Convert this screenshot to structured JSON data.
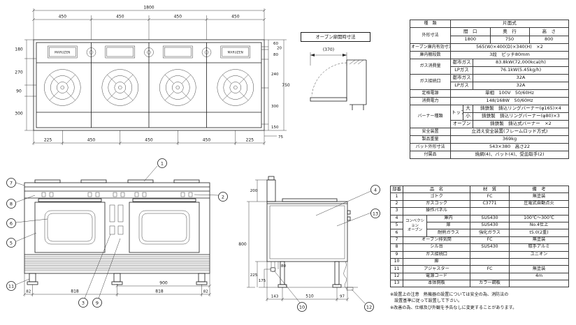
{
  "brand": "MARUZEN",
  "plan_view": {
    "dims": {
      "total_width": "1800",
      "seg1": "450",
      "seg2": "450",
      "seg3": "450",
      "seg4": "450",
      "bottom1": "225",
      "bottom2": "450",
      "bottom3": "450",
      "bottom4": "450",
      "bottom5": "225",
      "left1": "180",
      "left2": "270",
      "left3": "90",
      "left4": "300",
      "right1": "60",
      "right2": "20",
      "right3": "80",
      "right4": "240",
      "right5": "300",
      "right6": "150",
      "depth": "750",
      "base": "75"
    }
  },
  "oven_door_box": {
    "title": "オーブン扉開時寸法",
    "dim": "(370)"
  },
  "spec": {
    "type_label": "種　類",
    "type_value": "片面式",
    "dims_label": "外形寸法",
    "w_label": "間　口",
    "d_label": "奥　行",
    "h_label": "高　さ",
    "w_value": "1800",
    "d_value": "750",
    "h_value": "800",
    "oven_label": "オーブン庫内有効寸法",
    "oven_value": "565(W)×400(D)×340(H)　×2",
    "shelf_label": "庫内棚段数",
    "shelf_value": "3段　ピッチ80mm",
    "consumption_label": "ガス消費量",
    "city_label": "都市ガス",
    "lp_label": "LPガス",
    "consumption_city": "83.8kW(72,000kcal/h)",
    "consumption_lp": "76.1kW(5.45kg/h)",
    "connection_label": "ガス接続口",
    "connection_city_label": "都市ガス",
    "connection_lp_label": "LPガス",
    "connection_city": "32A",
    "connection_lp": "32A",
    "power_label": "定格電源",
    "power_value": "単相　100V　50/60Hz",
    "watt_label": "消費電力",
    "watt_value": "148/168W　50/60Hz",
    "burner_label": "バーナー種類",
    "burner_top_label": "トップ",
    "burner_large_label": "大",
    "burner_small_label": "小",
    "burner_large": "鋳鉄製　鋳込リングバーナー(φ165)×4",
    "burner_small": "鋳鉄製　鋳込リングバーナー(φ80)×3",
    "burner_oven_label": "オーブン",
    "burner_oven": "鋳鉄製　鋳込式バーナー　×2",
    "safety_label": "安全装置",
    "safety_value": "立消え安全装置(フレームロッド方式)",
    "weight_label": "製品重量",
    "weight_value": "369kg",
    "pan_label": "バット外形寸法",
    "pan_value": "543×380　高さ22",
    "accessory_label": "付属品",
    "accessory_value": "焼網(4)、バット(4)、受皿取手(2)"
  },
  "front_view": {
    "dims": {
      "d900": "900",
      "left82": "82",
      "mid818a": "818",
      "mid818b": "818",
      "right82": "82"
    },
    "callouts": {
      "c1": "1",
      "c2": "2",
      "c3": "3",
      "c5": "5",
      "c6": "6",
      "c7": "7",
      "c8": "8",
      "c9": "9",
      "c11": "11"
    }
  },
  "side_view": {
    "dims": {
      "d200": "200",
      "d800": "800",
      "d225": "225",
      "d80": "80",
      "d175": "175",
      "d143": "143",
      "d510": "510",
      "d97": "97"
    },
    "callouts": {
      "c4": "4",
      "c10": "10",
      "c12": "12",
      "c13": "13"
    }
  },
  "parts": {
    "headers": {
      "no": "部番",
      "name": "品　名",
      "material": "材　質",
      "note": "備　考"
    },
    "group_label": "コンベクション\nオーブン",
    "rows": [
      {
        "no": "1",
        "name": "ゴトク",
        "material": "FC",
        "note": "無塗装"
      },
      {
        "no": "2",
        "name": "ガスコック",
        "material": "C3771",
        "note": "圧電式自動点火"
      },
      {
        "no": "3",
        "name": "操作パネル",
        "material": "",
        "note": ""
      },
      {
        "no": "4",
        "name": "庫内",
        "material": "SUS430",
        "note": "100℃～300℃"
      },
      {
        "no": "5",
        "name": "扉",
        "material": "SUS430",
        "note": "No.4仕上"
      },
      {
        "no": "6",
        "name": "耐熱ガラス",
        "material": "強化ガラス",
        "note": "t5.0(2重)"
      },
      {
        "no": "7",
        "name": "オーブン排気筒",
        "material": "FC",
        "note": "無塗装"
      },
      {
        "no": "8",
        "name": "シル台",
        "material": "SUS430",
        "note": "取手アルミ"
      },
      {
        "no": "9",
        "name": "ガス接続口",
        "material": "",
        "note": "ユニオン"
      },
      {
        "no": "10",
        "name": "脚",
        "material": "",
        "note": ""
      },
      {
        "no": "11",
        "name": "アジャスター",
        "material": "FC",
        "note": "無塗装"
      },
      {
        "no": "12",
        "name": "電源コード",
        "material": "",
        "note": "4m"
      },
      {
        "no": "13",
        "name": "本体側板",
        "material": "カラー鋼板",
        "note": ""
      }
    ]
  },
  "notes": {
    "line1": "※設置上の注意　熱機器の設置については安全の為、消防法の",
    "line2": "　設置基準に従って設置して下さい。",
    "line3": "※改善の為、仕様及び外観を予告なしに変更することがあります。"
  }
}
